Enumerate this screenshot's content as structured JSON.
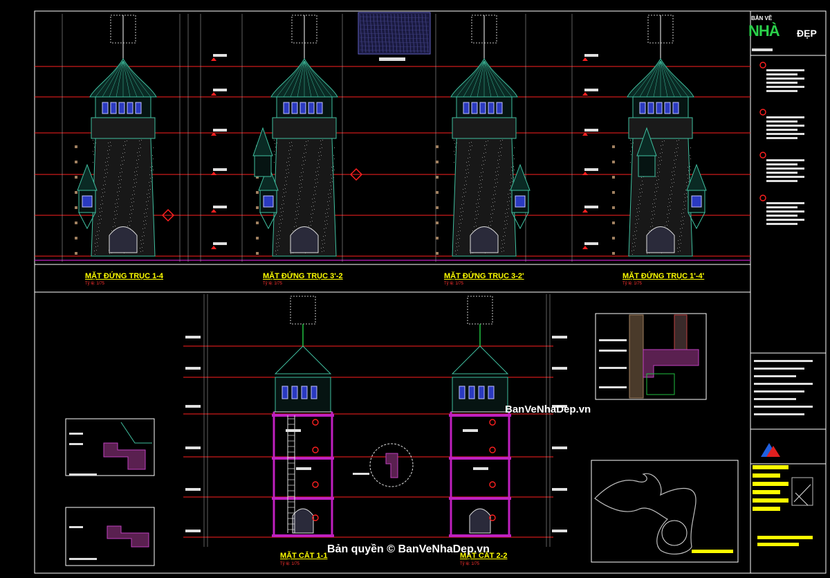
{
  "drawing": {
    "elevations": [
      {
        "title": "MẶT ĐỨNG TRỤC 1-4",
        "scale": "Tỷ lệ: 1/75"
      },
      {
        "title": "MẶT ĐỨNG TRỤC 3'-2",
        "scale": "Tỷ lệ: 1/75"
      },
      {
        "title": "MẶT ĐỨNG TRỤC 3-2'",
        "scale": "Tỷ lệ: 1/75"
      },
      {
        "title": "MẶT ĐỨNG TRỤC 1'-4'",
        "scale": "Tỷ lệ: 1/75"
      }
    ],
    "sections": [
      {
        "title": "MẶT CẮT 1-1",
        "scale": "Tỷ lệ: 1/75"
      },
      {
        "title": "MẶT CẮT 2-2",
        "scale": "Tỷ lệ: 1/75"
      }
    ]
  },
  "watermarks": {
    "site": "BanVeNhaDep.vn",
    "copyright": "Bản quyền © BanVeNhaDep.vn"
  },
  "logo": {
    "top": "BẢN VẼ",
    "main": "NHÀ",
    "sub": "ĐẸP"
  },
  "colors": {
    "background": "#000000",
    "frame": "#ffffff",
    "level_line": "#ff2020",
    "tower": "#40c0a0",
    "floor": "#c020c0",
    "title": "#ffff00",
    "dimension": "#a08060"
  }
}
